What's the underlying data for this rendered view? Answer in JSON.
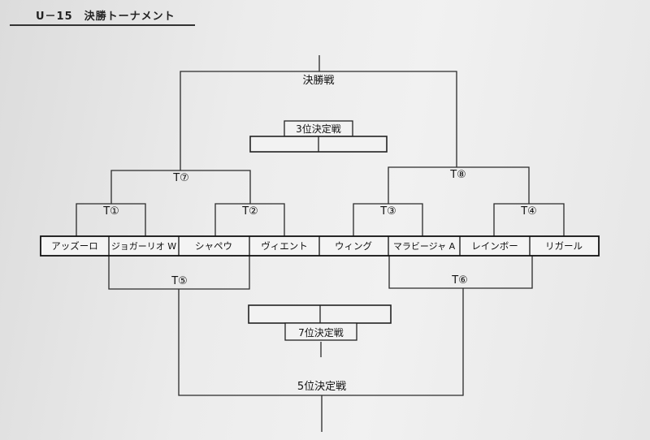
{
  "title": "U－15　決勝トーナメント",
  "teams": [
    "アッズーロ",
    "ジョガーリオ W",
    "シャペウ",
    "ヴィエント",
    "ウィング",
    "マラビージャ A",
    "レインボー",
    "リガール"
  ],
  "matches": {
    "t1": "T①",
    "t2": "T②",
    "t3": "T③",
    "t4": "T④",
    "t5": "T⑤",
    "t6": "T⑥",
    "t7": "T⑦",
    "t8": "T⑧"
  },
  "finals": {
    "final": "決勝戦",
    "third": "3位決定戦",
    "seventh": "7位決定戦",
    "fifth": "5位決定戦"
  }
}
